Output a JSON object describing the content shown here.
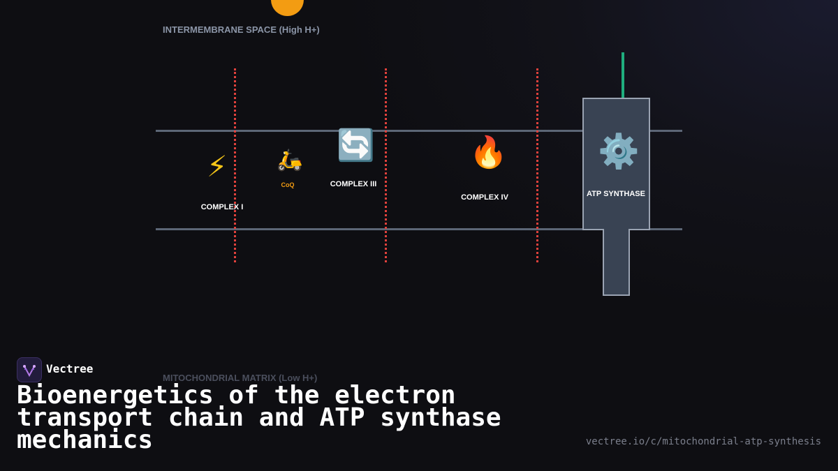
{
  "diagram": {
    "intermembrane_label": "INTERMEMBRANE SPACE (High H+)",
    "matrix_label": "MITOCHONDRIAL MATRIX (Low H+)",
    "complex_1": {
      "icon": "⚡",
      "label": "COMPLEX I"
    },
    "coq": {
      "icon": "🛵",
      "label": "CoQ"
    },
    "complex_3": {
      "icon": "🔄",
      "label": "COMPLEX III"
    },
    "complex_4": {
      "icon": "🔥",
      "label": "COMPLEX IV"
    },
    "atp_synthase": {
      "icon": "⚙️",
      "label": "ATP SYNTHASE"
    },
    "colors": {
      "proton_path": "#e0413c",
      "membrane": "#5c6676",
      "stalk": "#1fae7e",
      "accent": "#f39c12",
      "synthase_fill": "#394353",
      "synthase_stroke": "#9aa3b2"
    }
  },
  "brand": {
    "name": "Vectree",
    "logo_icon": "vectree-logo-icon"
  },
  "title": "Bioenergetics of the electron transport chain and ATP synthase mechanics",
  "url": "vectree.io/c/mitochondrial-atp-synthesis"
}
